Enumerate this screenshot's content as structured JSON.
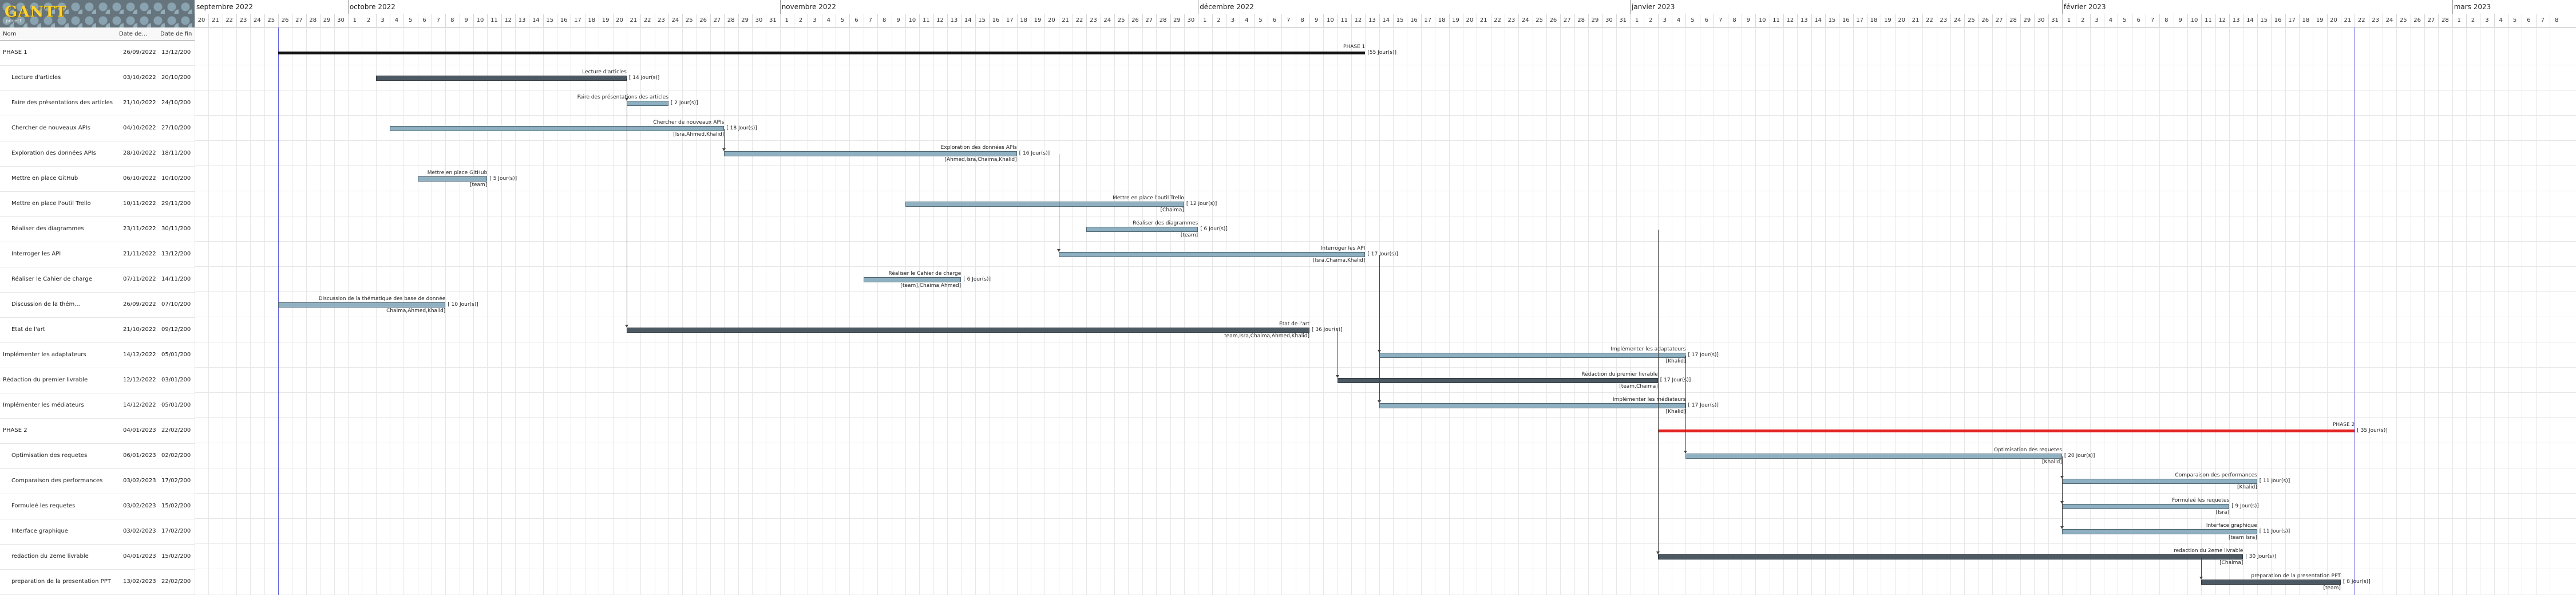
{
  "logo": {
    "text": "GANTT",
    "subtitle": "project"
  },
  "table": {
    "headers": {
      "name": "Nom",
      "start": "Date de...",
      "end": "Date de fin"
    },
    "rows": [
      {
        "name": "PHASE 1",
        "start": "26/09/2022",
        "end": "13/12/200",
        "indent": 0
      },
      {
        "name": "Lecture d'articles",
        "start": "03/10/2022",
        "end": "20/10/200",
        "indent": 1
      },
      {
        "name": "Faire des présentations des articles",
        "start": "21/10/2022",
        "end": "24/10/200",
        "indent": 1
      },
      {
        "name": "Chercher de nouveaux APIs",
        "start": "04/10/2022",
        "end": "27/10/200",
        "indent": 1
      },
      {
        "name": "Exploration des données APIs",
        "start": "28/10/2022",
        "end": "18/11/200",
        "indent": 1
      },
      {
        "name": "Mettre en place GitHub",
        "start": "06/10/2022",
        "end": "10/10/200",
        "indent": 1
      },
      {
        "name": "Mettre en place l'outil Trello",
        "start": "10/11/2022",
        "end": "29/11/200",
        "indent": 1
      },
      {
        "name": "Réaliser des diagrammes",
        "start": "23/11/2022",
        "end": "30/11/200",
        "indent": 1
      },
      {
        "name": "Interroger les API",
        "start": "21/11/2022",
        "end": "13/12/200",
        "indent": 1
      },
      {
        "name": "Réaliser le Cahier de charge",
        "start": "07/11/2022",
        "end": "14/11/200",
        "indent": 1
      },
      {
        "name": "Discussion de la thém...",
        "start": "26/09/2022",
        "end": "07/10/200",
        "indent": 1
      },
      {
        "name": "Etat de l'art",
        "start": "21/10/2022",
        "end": "09/12/200",
        "indent": 1
      },
      {
        "name": "Implémenter les adaptateurs",
        "start": "14/12/2022",
        "end": "05/01/200",
        "indent": 0
      },
      {
        "name": "Rédaction du premier livrable",
        "start": "12/12/2022",
        "end": "03/01/200",
        "indent": 0
      },
      {
        "name": "Implémenter les médiateurs",
        "start": "14/12/2022",
        "end": "05/01/200",
        "indent": 0
      },
      {
        "name": "PHASE 2",
        "start": "04/01/2023",
        "end": "22/02/200",
        "indent": 0
      },
      {
        "name": "Optimisation des requetes",
        "start": "06/01/2023",
        "end": "02/02/200",
        "indent": 1
      },
      {
        "name": "Comparaison des performances",
        "start": "03/02/2023",
        "end": "17/02/200",
        "indent": 1
      },
      {
        "name": "Formuleé les requetes",
        "start": "03/02/2023",
        "end": "15/02/200",
        "indent": 1
      },
      {
        "name": "Interface graphique",
        "start": "03/02/2023",
        "end": "17/02/200",
        "indent": 1
      },
      {
        "name": "redaction du 2eme livrable",
        "start": "04/01/2023",
        "end": "15/02/200",
        "indent": 1
      },
      {
        "name": "preparation de la presentation PPT",
        "start": "13/02/2023",
        "end": "22/02/200",
        "indent": 1
      }
    ]
  },
  "timeline": {
    "months": [
      {
        "label": "septembre 2022",
        "day_index": 0
      },
      {
        "label": "octobre 2022",
        "day_index": 11
      },
      {
        "label": "novembre 2022",
        "day_index": 42
      },
      {
        "label": "décembre 2022",
        "day_index": 72
      },
      {
        "label": "janvier 2023",
        "day_index": 103
      },
      {
        "label": "février 2023",
        "day_index": 134
      },
      {
        "label": "mars 2023",
        "day_index": 162
      }
    ],
    "first_day": 20,
    "days_in_first_month": 30,
    "day_count": 170,
    "today_marker_days": [
      6,
      155
    ]
  },
  "tasks": [
    {
      "row": 0,
      "start": 6,
      "end": 84,
      "style": "phase",
      "label": "PHASE 1",
      "duration": "[55 Jour(s)]",
      "resources": ""
    },
    {
      "row": 1,
      "start": 13,
      "end": 31,
      "style": "dark",
      "label": "Lecture d'articles",
      "duration": "[ 14 Jour(s)]",
      "resources": ""
    },
    {
      "row": 2,
      "start": 31,
      "end": 34,
      "style": "normal",
      "label": "Faire des présentations des articles",
      "duration": "[ 2 Jour(s)]",
      "resources": ""
    },
    {
      "row": 3,
      "start": 14,
      "end": 38,
      "style": "normal",
      "label": "Chercher de nouveaux APIs",
      "duration": "[ 18 Jour(s)]",
      "resources": "[Isra,Ahmed,Khalid]"
    },
    {
      "row": 4,
      "start": 38,
      "end": 59,
      "style": "normal",
      "label": "Exploration des données APIs",
      "duration": "[ 16 Jour(s)]",
      "resources": "[Ahmed,Isra,Chaima,Khalid]"
    },
    {
      "row": 5,
      "start": 16,
      "end": 21,
      "style": "normal",
      "label": "Mettre en place GitHub",
      "duration": "[ 5 Jour(s)]",
      "resources": "[team]"
    },
    {
      "row": 6,
      "start": 51,
      "end": 71,
      "style": "normal",
      "label": "Mettre en place l'outil Trello",
      "duration": "[ 12 Jour(s)]",
      "resources": "[Chaima]"
    },
    {
      "row": 7,
      "start": 64,
      "end": 72,
      "style": "normal",
      "label": "Réaliser des diagrammes",
      "duration": "[ 6 Jour(s)]",
      "resources": "[team]"
    },
    {
      "row": 8,
      "start": 62,
      "end": 84,
      "style": "normal",
      "label": "Interroger les API",
      "duration": "[ 17 Jour(s)]",
      "resources": "[Isra,Chaima,Khalid]"
    },
    {
      "row": 9,
      "start": 48,
      "end": 55,
      "style": "normal",
      "label": "Réaliser le Cahier de charge",
      "duration": "[ 6 Jour(s)]",
      "resources": "[team],Chaima,Ahmed]"
    },
    {
      "row": 10,
      "start": 6,
      "end": 18,
      "style": "normal",
      "label": "Discussion de la thématique des base de donnée",
      "duration": "[ 10 Jour(s)]",
      "resources": "Chaima,Ahmed,Khalid]"
    },
    {
      "row": 11,
      "start": 31,
      "end": 80,
      "style": "dark",
      "label": "Etat de l'art",
      "duration": "[ 36 Jour(s)]",
      "resources": "team,Isra,Chaima,Ahmed,Khalid]"
    },
    {
      "row": 12,
      "start": 85,
      "end": 107,
      "style": "normal",
      "label": "Implémenter les adaptateurs",
      "duration": "[ 17 Jour(s)]",
      "resources": "[Khalid]"
    },
    {
      "row": 13,
      "start": 82,
      "end": 105,
      "style": "dark",
      "label": "Rédaction du premier livrable",
      "duration": "[ 17 Jour(s)]",
      "resources": "[team,Chaima]"
    },
    {
      "row": 14,
      "start": 85,
      "end": 107,
      "style": "normal",
      "label": "Implémenter les médiateurs",
      "duration": "[ 17 Jour(s)]",
      "resources": "[Khalid]"
    },
    {
      "row": 15,
      "start": 105,
      "end": 155,
      "style": "phase red",
      "label": "PHASE 2",
      "duration": "[ 35 Jour(s)]",
      "resources": ""
    },
    {
      "row": 16,
      "start": 107,
      "end": 134,
      "style": "normal",
      "label": "Optimisation des requetes",
      "duration": "[ 20 Jour(s)]",
      "resources": "[Khalid]"
    },
    {
      "row": 17,
      "start": 134,
      "end": 148,
      "style": "normal",
      "label": "Comparaison des performances",
      "duration": "[ 11 Jour(s)]",
      "resources": "[Khalid]"
    },
    {
      "row": 18,
      "start": 134,
      "end": 146,
      "style": "normal",
      "label": "Formuleé les requetes",
      "duration": "[ 9 Jour(s)]",
      "resources": "[Isra]"
    },
    {
      "row": 19,
      "start": 134,
      "end": 148,
      "style": "normal",
      "label": "Interface graphique",
      "duration": "[ 11 Jour(s)]",
      "resources": "[team Isra]"
    },
    {
      "row": 20,
      "start": 105,
      "end": 147,
      "style": "dark",
      "label": "redaction du 2eme livrable",
      "duration": "[ 30 Jour(s)]",
      "resources": "[Chaima]"
    },
    {
      "row": 21,
      "start": 144,
      "end": 154,
      "style": "dark",
      "label": "preparation de la presentation PPT",
      "duration": "[ 8 Jour(s)]",
      "resources": "[team]"
    }
  ],
  "dependencies": [
    {
      "from_row": 1,
      "to_row": 2,
      "day": 31
    },
    {
      "from_row": 1,
      "to_row": 11,
      "day": 31
    },
    {
      "from_row": 3,
      "to_row": 4,
      "day": 38
    },
    {
      "from_row": 4,
      "to_row": 8,
      "day": 62
    },
    {
      "from_row": 8,
      "to_row": 12,
      "day": 85
    },
    {
      "from_row": 8,
      "to_row": 14,
      "day": 85
    },
    {
      "from_row": 11,
      "to_row": 13,
      "day": 82
    },
    {
      "from_row": 12,
      "to_row": 16,
      "day": 107
    },
    {
      "from_row": 7,
      "to_row": 20,
      "day": 105
    },
    {
      "from_row": 9,
      "to_row": 20,
      "day": 105
    },
    {
      "from_row": 16,
      "to_row": 17,
      "day": 134
    },
    {
      "from_row": 16,
      "to_row": 18,
      "day": 134
    },
    {
      "from_row": 16,
      "to_row": 19,
      "day": 134
    },
    {
      "from_row": 20,
      "to_row": 21,
      "day": 144
    }
  ],
  "colors": {
    "phase2": "#e32222",
    "marker": "#5f5fe0"
  }
}
